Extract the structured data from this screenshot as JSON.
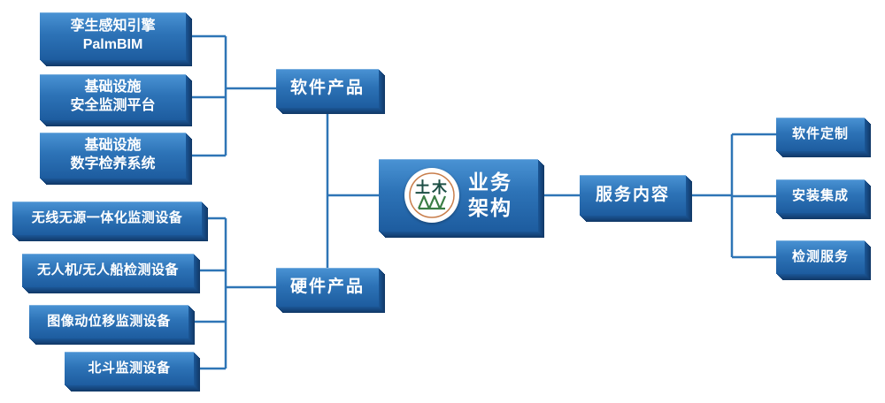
{
  "diagram": {
    "title": "业务架构",
    "root": {
      "label": "业务\n架构",
      "logo_name": "tumu-logo",
      "logo_text": "土木"
    },
    "software": {
      "label": "软件产品",
      "children": [
        {
          "label": "孪生感知引擎\nPalmBIM"
        },
        {
          "label": "基础设施\n安全监测平台"
        },
        {
          "label": "基础设施\n数字检养系统"
        }
      ]
    },
    "hardware": {
      "label": "硬件产品",
      "children": [
        {
          "label": "无线无源一体化监测设备"
        },
        {
          "label": "无人机/无人船检测设备"
        },
        {
          "label": "图像动位移监测设备"
        },
        {
          "label": "北斗监测设备"
        }
      ]
    },
    "service": {
      "label": "服务内容",
      "children": [
        {
          "label": "软件定制"
        },
        {
          "label": "安装集成"
        },
        {
          "label": "检测服务"
        }
      ]
    },
    "colors": {
      "box_gradient_top": "#4a93d4",
      "box_gradient_bottom": "#1d5c9f",
      "box_side": "#113a69",
      "connector": "#2e75b6",
      "text": "#ffffff",
      "background": "#ffffff"
    }
  }
}
